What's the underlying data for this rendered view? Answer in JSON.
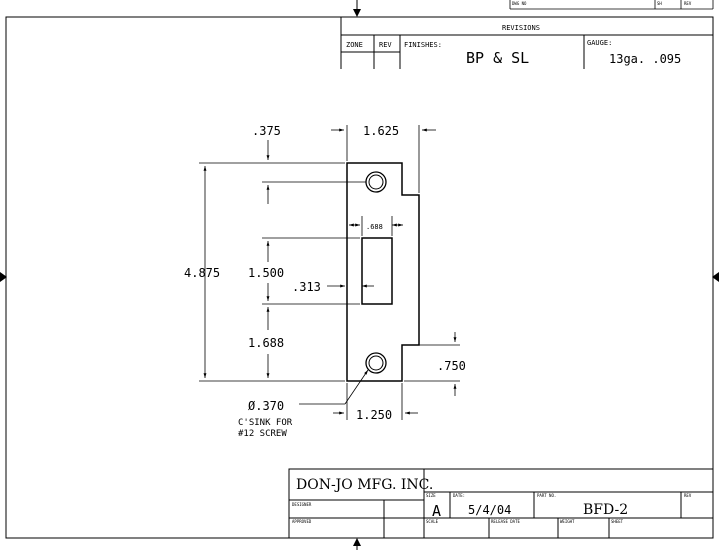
{
  "revisions": {
    "heading": "REVISIONS",
    "zone_label": "ZONE",
    "rev_label": "REV",
    "finishes_label": "FINISHES:",
    "finishes_value": "BP & SL",
    "gauge_label": "GAUGE:",
    "gauge_value": "13ga. .095",
    "top_labels": [
      "DWG NO",
      "SH",
      "REV"
    ]
  },
  "dimensions": {
    "top_offset": ".375",
    "width": "1.625",
    "overall_height": "4.875",
    "slot_height": "1.500",
    "slot_offset": ".313",
    "slot_width": ".688",
    "bottom_offset": "1.688",
    "tab_height": ".750",
    "hole_note": "Ø.370",
    "csink_line1": "C'SINK FOR",
    "csink_line2": "#12 SCREW",
    "bottom_width": "1.250"
  },
  "title_block": {
    "company": "DON-JO MFG. INC.",
    "designer_label": "DESIGNER",
    "approved_label": "APPROVED",
    "size_label": "SIZE",
    "size_value": "A",
    "date_label": "DATE:",
    "date_value": "5/4/04",
    "part_label": "PART NO.",
    "part_value": "BFD-2",
    "rev_label": "REV",
    "scale_label": "SCALE",
    "release_label": "RELEASE DATE",
    "weight_label": "WEIGHT",
    "sheet_label": "SHEET"
  }
}
